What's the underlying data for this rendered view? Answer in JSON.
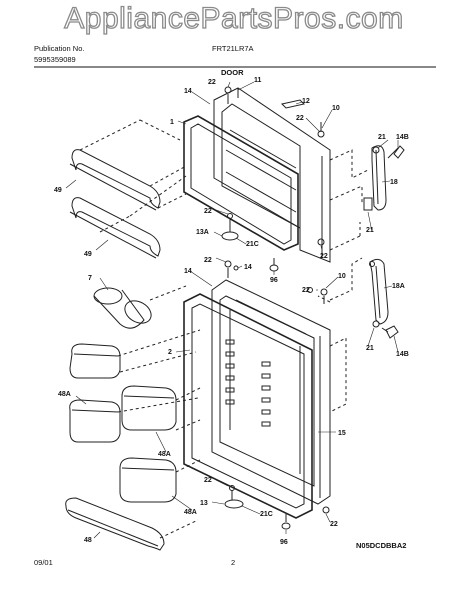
{
  "header": {
    "watermark": "AppliancePartsPros.com",
    "publication_label": "Publication No.",
    "publication_number": "5995359089",
    "model": "FRT21LR7A",
    "section_title": "DOOR"
  },
  "callouts": {
    "c22a": "22",
    "c11": "11",
    "c14a": "14",
    "c12": "12",
    "c10a": "10",
    "c22b": "22",
    "c1": "1",
    "c21a": "21",
    "c14Ba": "14B",
    "c18": "18",
    "c49a": "49",
    "c22c": "22",
    "c13A": "13A",
    "c21C": "21C",
    "c96a": "96",
    "c22d": "22",
    "c49b": "49",
    "c21b": "21",
    "c22e": "22",
    "c14b": "14",
    "c10b": "10",
    "c7": "7",
    "c14c": "14",
    "c22f": "22",
    "c18A": "18A",
    "c2": "2",
    "c21c": "21",
    "c14Bb": "14B",
    "c48Aa": "48A",
    "c48Ab": "48A",
    "c15": "15",
    "c48Ac": "48A",
    "c22g": "22",
    "c13": "13",
    "c21Cb": "21C",
    "c48": "48",
    "c22h": "22",
    "c96b": "96"
  },
  "footer": {
    "date": "09/01",
    "page": "2",
    "code": "N05DCDBBA2"
  }
}
